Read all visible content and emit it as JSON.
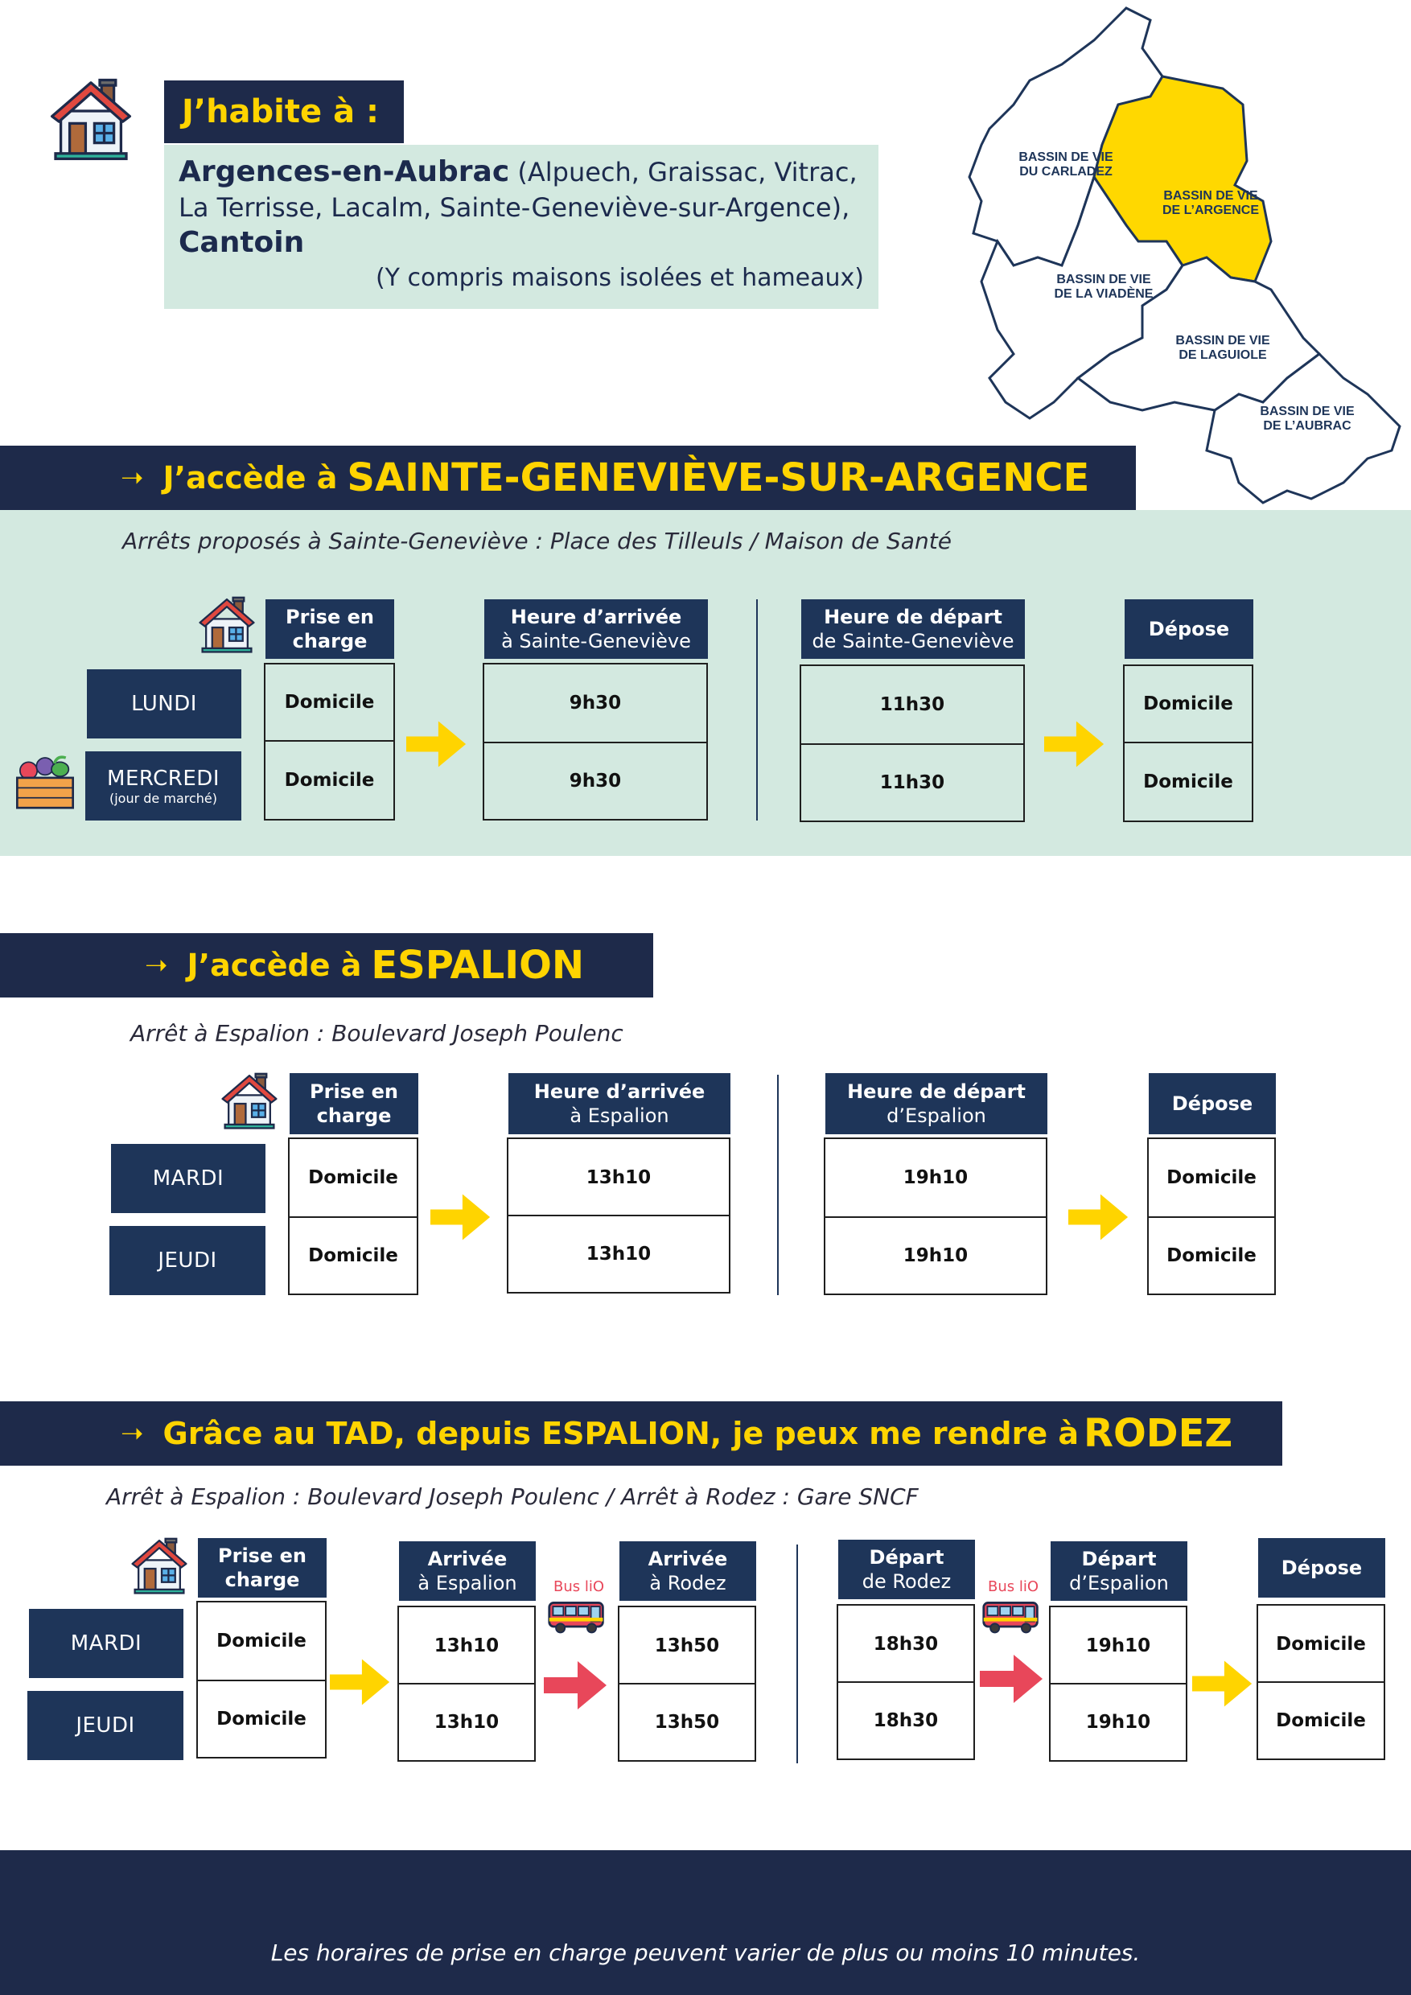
{
  "header": {
    "label": "J’habite à :",
    "town_bold": "Argences-en-Aubrac",
    "town_list_line1": " (Alpuech, Graissac, Vitrac,",
    "town_list_line2": "La Terrisse, Lacalm, Sainte-Geneviève-sur-Argence),",
    "town2_bold": "Cantoin",
    "note": "(Y compris maisons isolées et hameaux)"
  },
  "map": {
    "regions": [
      {
        "label_l1": "BASSIN DE VIE",
        "label_l2": "DU CARLADEZ"
      },
      {
        "label_l1": "BASSIN DE VIE",
        "label_l2": "DE L’ARGENCE"
      },
      {
        "label_l1": "BASSIN DE VIE",
        "label_l2": "DE LA VIADÈNE"
      },
      {
        "label_l1": "BASSIN DE VIE",
        "label_l2": "DE LAGUIOLE"
      },
      {
        "label_l1": "BASSIN DE VIE",
        "label_l2": "DE L’AUBRAC"
      }
    ],
    "highlight_color": "#ffd800"
  },
  "section1": {
    "arrow": "➝",
    "title_prefix": "J’accède à ",
    "title_bold": "SAINTE-GENEVIÈVE-SUR-ARGENCE",
    "stops": "Arrêts proposés à Sainte-Geneviève : Place des Tilleuls / Maison de Santé",
    "headers": {
      "pickup_l1": "Prise en",
      "pickup_l2": "charge",
      "arrival_l1": "Heure d’arrivée",
      "arrival_l2": "à Sainte-Geneviève",
      "departure_l1": "Heure de départ",
      "departure_l2": "de Sainte-Geneviève",
      "dropoff": "Dépose"
    },
    "rows": [
      {
        "day": "LUNDI",
        "day_note": "",
        "pickup": "Domicile",
        "arrival": "9h30",
        "departure": "11h30",
        "dropoff": "Domicile"
      },
      {
        "day": "MERCREDI",
        "day_note": "(jour de marché)",
        "pickup": "Domicile",
        "arrival": "9h30",
        "departure": "11h30",
        "dropoff": "Domicile"
      }
    ]
  },
  "section2": {
    "arrow": "➝",
    "title_prefix": "J’accède à ",
    "title_bold": "ESPALION",
    "stops": "Arrêt à Espalion : Boulevard Joseph Poulenc",
    "headers": {
      "pickup_l1": "Prise en",
      "pickup_l2": "charge",
      "arrival_l1": "Heure d’arrivée",
      "arrival_l2": "à Espalion",
      "departure_l1": "Heure de départ",
      "departure_l2": "d’Espalion",
      "dropoff": "Dépose"
    },
    "rows": [
      {
        "day": "MARDI",
        "pickup": "Domicile",
        "arrival": "13h10",
        "departure": "19h10",
        "dropoff": "Domicile"
      },
      {
        "day": "JEUDI",
        "pickup": "Domicile",
        "arrival": "13h10",
        "departure": "19h10",
        "dropoff": "Domicile"
      }
    ]
  },
  "section3": {
    "arrow": "➝",
    "title_prefix": "Grâce au TAD, depuis ESPALION, je peux me rendre à ",
    "title_bold": "RODEZ",
    "stops": "Arrêt à Espalion : Boulevard Joseph Poulenc / Arrêt à Rodez : Gare SNCF",
    "bus_label": "Bus liO",
    "headers": {
      "pickup_l1": "Prise en",
      "pickup_l2": "charge",
      "arr_esp_l1": "Arrivée",
      "arr_esp_l2": "à Espalion",
      "arr_rodez_l1": "Arrivée",
      "arr_rodez_l2": "à Rodez",
      "dep_rodez_l1": "Départ",
      "dep_rodez_l2": "de Rodez",
      "dep_esp_l1": "Départ",
      "dep_esp_l2": "d’Espalion",
      "dropoff": "Dépose"
    },
    "rows": [
      {
        "day": "MARDI",
        "pickup": "Domicile",
        "arr_esp": "13h10",
        "arr_rodez": "13h50",
        "dep_rodez": "18h30",
        "dep_esp": "19h10",
        "dropoff": "Domicile"
      },
      {
        "day": "JEUDI",
        "pickup": "Domicile",
        "arr_esp": "13h10",
        "arr_rodez": "13h50",
        "dep_rodez": "18h30",
        "dep_esp": "19h10",
        "dropoff": "Domicile"
      }
    ]
  },
  "footer": {
    "note": "Les horaires de prise en charge peuvent varier de plus ou moins 10 minutes."
  },
  "colors": {
    "navy": "#1e2a4a",
    "box_navy": "#1e3559",
    "yellow": "#ffd400",
    "mint": "#d3e9e0",
    "red_arrow": "#e8475a"
  }
}
